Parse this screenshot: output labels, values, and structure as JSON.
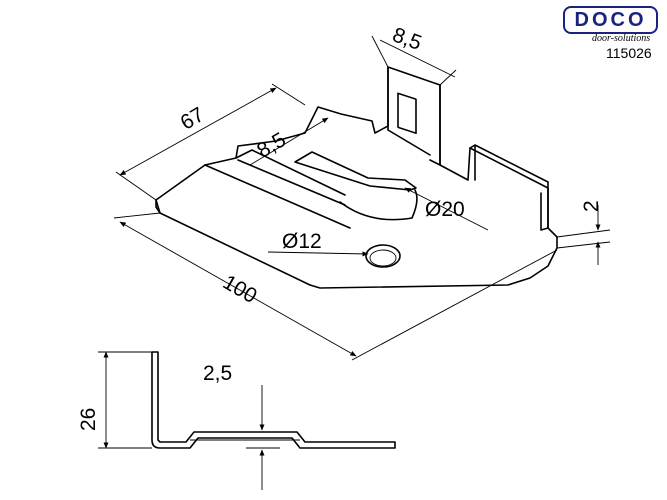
{
  "brand": {
    "logo": "DOCO",
    "tagline": "door-solutions",
    "part_number": "115026",
    "color": "#1a237e"
  },
  "dimensions": {
    "slot_width_top": "8,5",
    "length_67": "67",
    "slot_width_inner": "8,5",
    "diameter_20": "Ø20",
    "thickness_2": "2",
    "diameter_12": "Ø12",
    "length_100": "100",
    "height_26": "26",
    "offset_2_5": "2,5"
  }
}
